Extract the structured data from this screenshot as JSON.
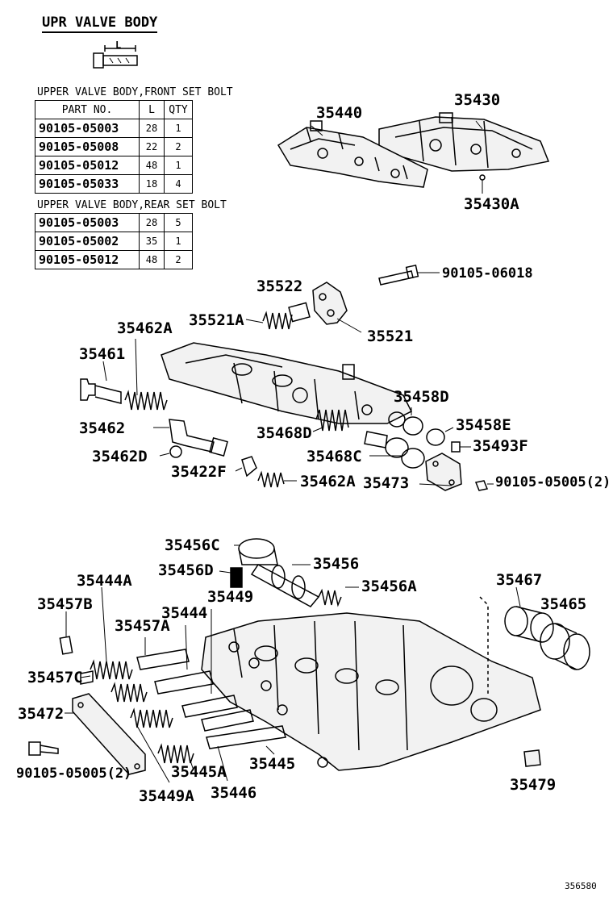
{
  "title": "UPR VALVE BODY",
  "bolt_dimension_label": "L",
  "front_table": {
    "caption": "UPPER VALVE BODY,FRONT SET BOLT",
    "headers": [
      "PART NO.",
      "L",
      "QTY"
    ],
    "rows": [
      [
        "90105-05003",
        "28",
        "1"
      ],
      [
        "90105-05008",
        "22",
        "2"
      ],
      [
        "90105-05012",
        "48",
        "1"
      ],
      [
        "90105-05033",
        "18",
        "4"
      ]
    ]
  },
  "rear_table": {
    "caption": "UPPER VALVE BODY,REAR SET BOLT",
    "rows": [
      [
        "90105-05003",
        "28",
        "5"
      ],
      [
        "90105-05002",
        "35",
        "1"
      ],
      [
        "90105-05012",
        "48",
        "2"
      ]
    ]
  },
  "callouts": {
    "p35440": "35440",
    "p35430": "35430",
    "p35430A": "35430A",
    "p9010506018": "90105-06018",
    "p35522": "35522",
    "p35521A": "35521A",
    "p35521": "35521",
    "p35462A_top": "35462A",
    "p35461": "35461",
    "p35462": "35462",
    "p35462D": "35462D",
    "p35422F": "35422F",
    "p35462A_bot": "35462A",
    "p35458D": "35458D",
    "p35458E": "35458E",
    "p35468D": "35468D",
    "p35493F": "35493F",
    "p35468C": "35468C",
    "p35473": "35473",
    "p9010505005_mid": "90105-05005(2)",
    "p35456C": "35456C",
    "p35456": "35456",
    "p35456D": "35456D",
    "p35456A": "35456A",
    "p35444A": "35444A",
    "p35449": "35449",
    "p35457B": "35457B",
    "p35444": "35444",
    "p35457A": "35457A",
    "p35467": "35467",
    "p35465": "35465",
    "p35457C": "35457C",
    "p35472": "35472",
    "p35445": "35445",
    "p35445A": "35445A",
    "p35479": "35479",
    "p9010505005_bot": "90105-05005(2)",
    "p35449A": "35449A",
    "p35446": "35446"
  },
  "figure_id": "356580"
}
